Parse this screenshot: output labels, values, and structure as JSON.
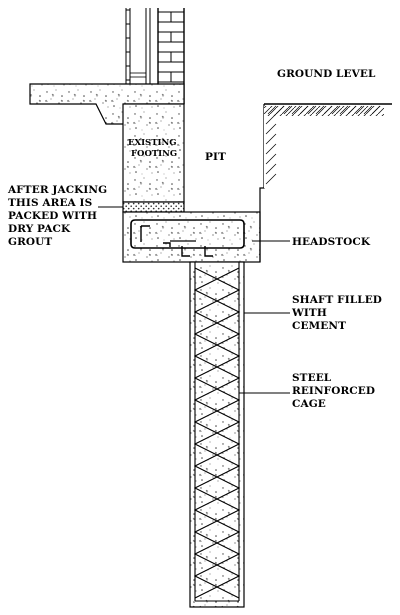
{
  "labels": {
    "ground_level": "GROUND LEVEL",
    "existing_footing_1": "EXISTING",
    "existing_footing_2": "FOOTING",
    "pit": "PIT",
    "after_jacking": [
      "AFTER JACKING",
      "THIS AREA IS",
      "PACKED WITH",
      "DRY PACK",
      "GROUT"
    ],
    "headstock": "HEADSTOCK",
    "shaft": [
      "SHAFT FILLED",
      "WITH",
      "CEMENT"
    ],
    "steel": [
      "STEEL",
      "REINFORCED",
      "CAGE"
    ]
  }
}
